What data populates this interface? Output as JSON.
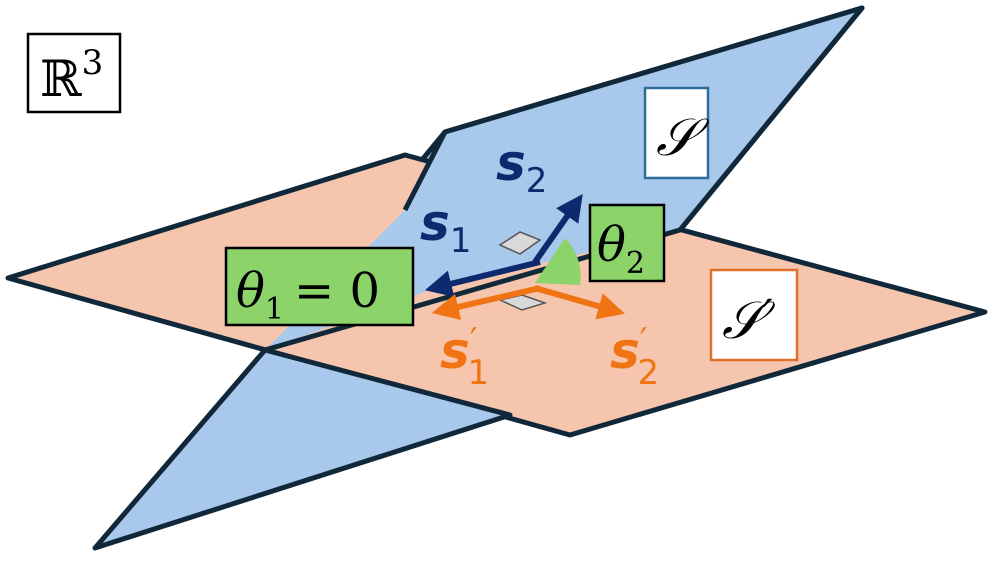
{
  "space_label": {
    "base": "ℝ",
    "exp": "3"
  },
  "plane_S": {
    "label": "𝒮",
    "color": "#a8c9ec"
  },
  "plane_S_prime": {
    "label": "𝒮",
    "prime": "′",
    "color": "#f5c6ad"
  },
  "vectors": {
    "s1": {
      "base": "s",
      "sub": "1",
      "color": "#0e2a6e"
    },
    "s2": {
      "base": "s",
      "sub": "2",
      "color": "#0e2a6e"
    },
    "s1_prime": {
      "base": "s",
      "prime": "′",
      "sub": "1",
      "color": "#f07414"
    },
    "s2_prime": {
      "base": "s",
      "prime": "′",
      "sub": "2",
      "color": "#f07414"
    }
  },
  "angles": {
    "theta1": {
      "base": "θ",
      "sub": "1",
      "rhs": "= 0",
      "color": "#8cd36a"
    },
    "theta2": {
      "base": "θ",
      "sub": "2",
      "color": "#8cd36a"
    }
  },
  "colors": {
    "outline": "#10283a",
    "box_S_border": "#2f6c98",
    "box_S_prime_border": "#e0702a"
  }
}
